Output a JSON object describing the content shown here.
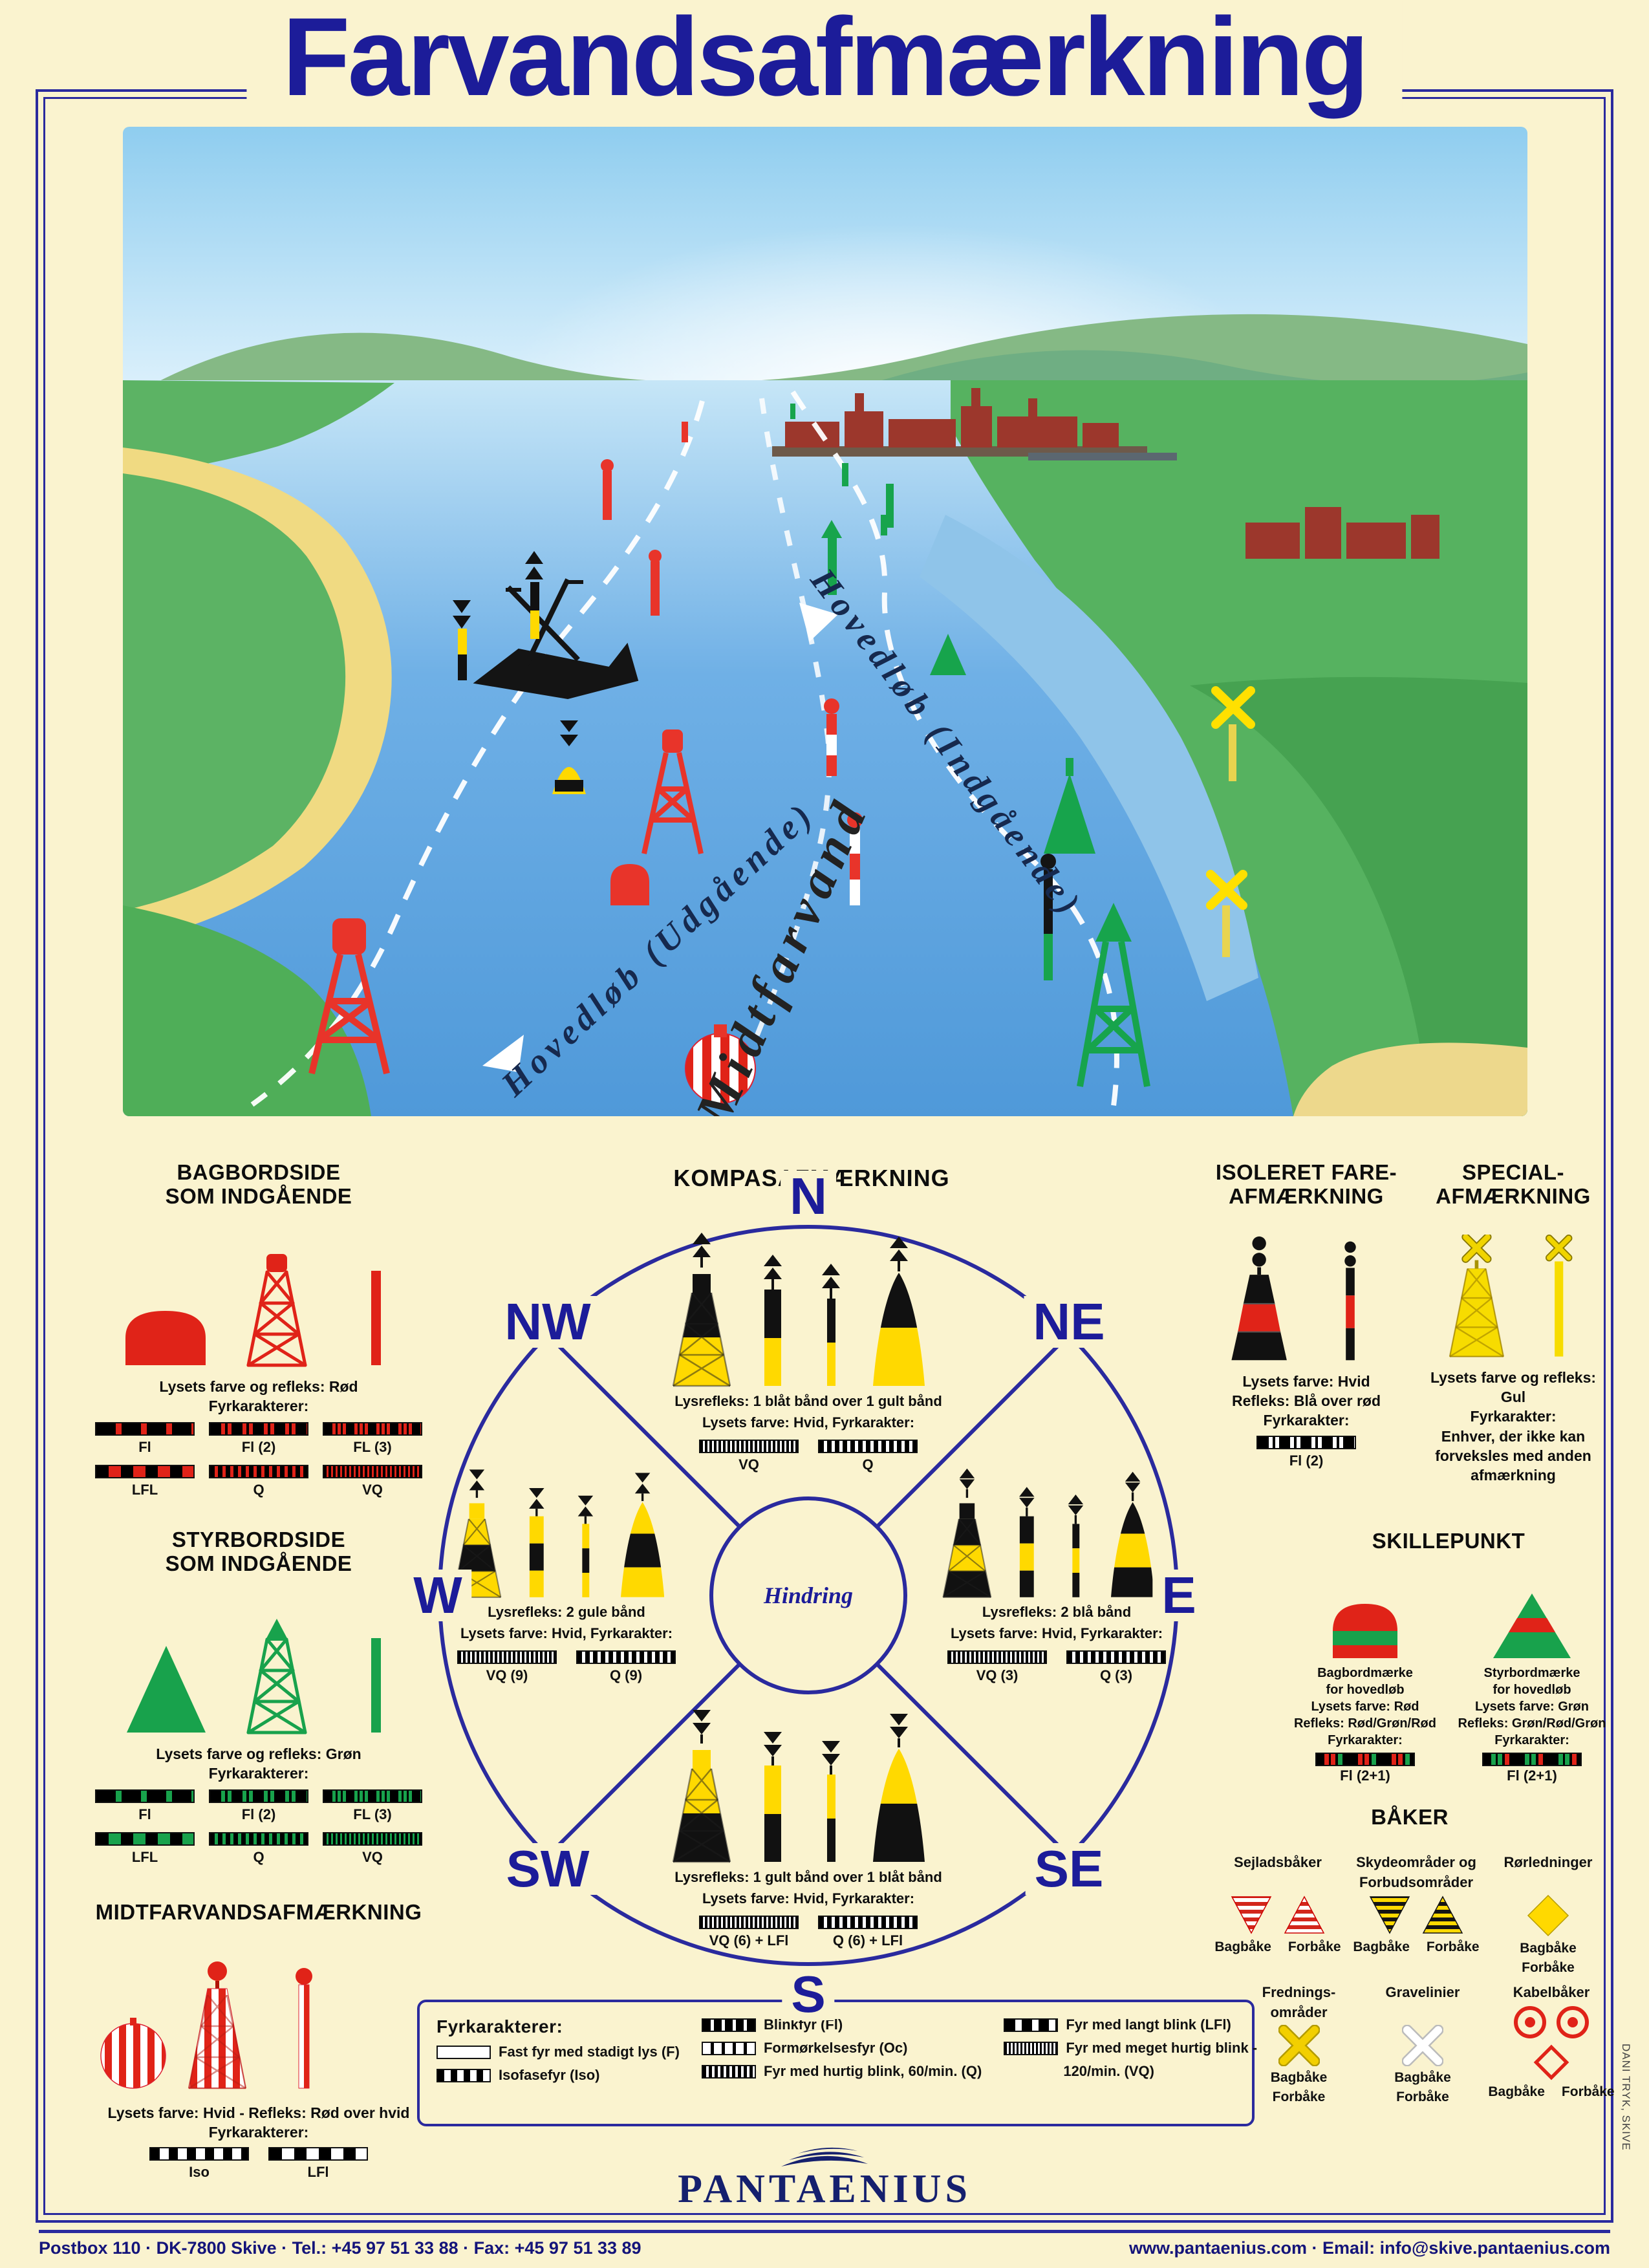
{
  "title": "Farvandsafmærkning",
  "scene": {
    "hovedlob_ind": "Hovedløb (Indgående)",
    "hovedlob_ud": "Hovedløb (Udgående)",
    "midtfarvand": "Midtfarvand"
  },
  "bagbord": {
    "title_lines": [
      "BAGBORDSIDE",
      "SOM INDGÅENDE"
    ],
    "desc": [
      "Lysets farve og refleks: Rød",
      "Fyrkarakterer:"
    ],
    "chars": [
      "Fl",
      "Fl (2)",
      "FL (3)",
      "LFL",
      "Q",
      "VQ"
    ]
  },
  "styrbord": {
    "title_lines": [
      "STYRBORDSIDE",
      "SOM INDGÅENDE"
    ],
    "desc": [
      "Lysets farve og refleks: Grøn",
      "Fyrkarakterer:"
    ],
    "chars": [
      "Fl",
      "Fl (2)",
      "FL (3)",
      "LFL",
      "Q",
      "VQ"
    ]
  },
  "midt": {
    "title": "MIDTFARVANDSAFMÆRKNING",
    "desc": [
      "Lysets farve: Hvid - Refleks: Rød over hvid",
      "Fyrkarakterer:"
    ],
    "chars": [
      "Iso",
      "LFl"
    ]
  },
  "kompas": {
    "title": "KOMPASAFMÆRKNING",
    "center_label": "Hindring",
    "dirs": {
      "n": "N",
      "ne": "NE",
      "e": "E",
      "se": "SE",
      "s": "S",
      "sw": "SW",
      "w": "W",
      "nw": "NW"
    },
    "north": {
      "l1": "Lysrefleks: 1 blåt bånd over 1 gult bånd",
      "l2": "Lysets farve: Hvid, Fyrkarakter:",
      "c1": "VQ",
      "c2": "Q"
    },
    "east": {
      "l1": "Lysrefleks: 2 blå bånd",
      "l2": "Lysets farve: Hvid, Fyrkarakter:",
      "c1": "VQ (3)",
      "c2": "Q (3)"
    },
    "south": {
      "l1": "Lysrefleks: 1 gult bånd over 1 blåt bånd",
      "l2": "Lysets farve: Hvid, Fyrkarakter:",
      "c1": "VQ (6) + LFl",
      "c2": "Q (6) + LFl"
    },
    "west": {
      "l1": "Lysrefleks: 2 gule bånd",
      "l2": "Lysets farve: Hvid, Fyrkarakter:",
      "c1": "VQ (9)",
      "c2": "Q (9)"
    }
  },
  "isoleret": {
    "title_lines": [
      "ISOLERET FARE-",
      "AFMÆRKNING"
    ],
    "desc": [
      "Lysets farve: Hvid",
      "Refleks: Blå over rød",
      "Fyrkarakter:"
    ],
    "char": "Fl (2)"
  },
  "special": {
    "title_lines": [
      "SPECIAL-",
      "AFMÆRKNING"
    ],
    "desc": [
      "Lysets farve og refleks: Gul",
      "Fyrkarakter:",
      "Enhver, der ikke kan",
      "forveksles med anden",
      "afmærkning"
    ]
  },
  "skille": {
    "title": "SKILLEPUNKT",
    "left": {
      "lines": [
        "Bagbordmærke",
        "for hovedløb",
        "Lysets farve: Rød",
        "Refleks: Rød/Grøn/Rød",
        "Fyrkarakter:"
      ],
      "char": "Fl (2+1)"
    },
    "right": {
      "lines": [
        "Styrbordmærke",
        "for hovedløb",
        "Lysets farve: Grøn",
        "Refleks: Grøn/Rød/Grøn",
        "Fyrkarakter:"
      ],
      "char": "Fl (2+1)"
    }
  },
  "baker": {
    "title": "BÅKER",
    "g1_label": "Sejladsbåker",
    "g2_label1": "Skydeområder og",
    "g2_label2": "Forbudsområder",
    "g3_label": "Rørledninger",
    "bag": "Bagbåke",
    "for": "Forbåke"
  },
  "fyr": {
    "title": "Fyrkarakterer:",
    "f": "Fast fyr med stadigt lys (F)",
    "iso": "Isofasefyr (Iso)",
    "fl": "Blinkfyr (Fl)",
    "oc": "Formørkelsesfyr (Oc)",
    "q": "Fyr med hurtig blink, 60/min. (Q)",
    "lfl": "Fyr med langt blink (LFl)",
    "vq1": "Fyr med meget hurtig blink -",
    "vq2": "120/min. (VQ)"
  },
  "omrader": {
    "g1_label1": "Frednings-",
    "g1_label2": "områder",
    "g2_label": "Gravelinier",
    "g3_label": "Kabelbåker",
    "bag": "Bagbåke",
    "for": "Forbåke"
  },
  "brand": {
    "name": "PANTAENIUS"
  },
  "footer": {
    "left": "Postbox 110 · DK-7800 Skive · Tel.: +45 97 51 33 88 · Fax: +45 97 51 33 89",
    "right": "www.pantaenius.com · Email: info@skive.pantaenius.com"
  },
  "credit": "DANI TRYK, SKIVE"
}
